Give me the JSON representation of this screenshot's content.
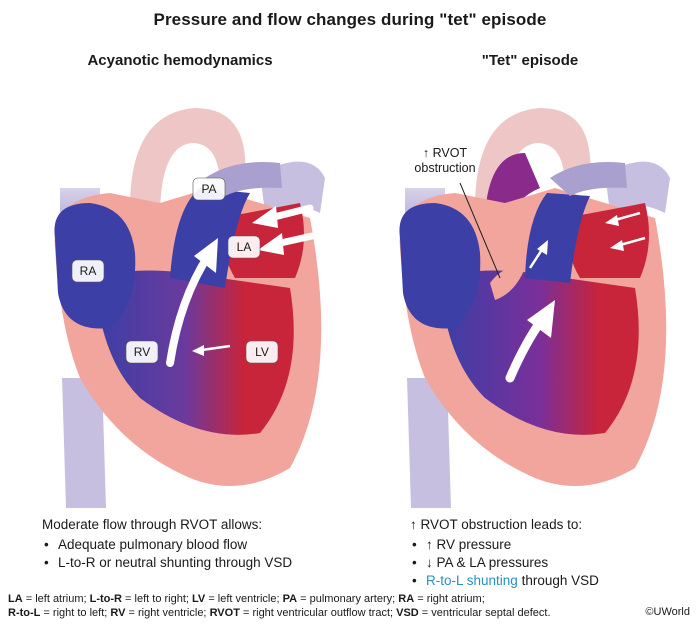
{
  "title": "Pressure and flow changes during \"tet\" episode",
  "left_panel": {
    "title": "Acyanotic hemodynamics",
    "labels": {
      "ra": "RA",
      "rv": "RV",
      "pa": "PA",
      "la": "LA",
      "lv": "LV"
    },
    "caption_head": "Moderate flow through RVOT allows:",
    "bullets": [
      "Adequate pulmonary blood flow",
      "L-to-R or neutral shunting through VSD"
    ]
  },
  "right_panel": {
    "title": "\"Tet\" episode",
    "annotation_line1": "↑ RVOT",
    "annotation_line2": "obstruction",
    "caption_head": "↑ RVOT obstruction leads to:",
    "bullets": [
      {
        "symbol": "↑",
        "text": "RV pressure"
      },
      {
        "symbol": "↓",
        "text": "PA & LA pressures"
      },
      {
        "highlight": "R-to-L shunting",
        "rest": " through VSD"
      }
    ]
  },
  "footer": {
    "line1": [
      {
        "abbr": "LA",
        "def": " = left atrium; "
      },
      {
        "abbr": "L-to-R",
        "def": " = left to right; "
      },
      {
        "abbr": "LV",
        "def": " = left ventricle; "
      },
      {
        "abbr": "PA",
        "def": " = pulmonary artery; "
      },
      {
        "abbr": "RA",
        "def": " = right atrium;"
      }
    ],
    "line2": [
      {
        "abbr": "R-to-L",
        "def": " = right to left; "
      },
      {
        "abbr": "RV",
        "def": " = right ventricle; "
      },
      {
        "abbr": "RVOT",
        "def": " = right ventricular outflow tract; "
      },
      {
        "abbr": "VSD",
        "def": " = ventricular septal defect."
      }
    ]
  },
  "copyright": "©UWorld",
  "colors": {
    "deoxygenated": "#3b3fa6",
    "oxygenated": "#c8243a",
    "muscle": "#f2a59c",
    "vessel": "#c6bfe0",
    "aorta": "#efc6c6",
    "highlight": "#2a8fc1"
  }
}
